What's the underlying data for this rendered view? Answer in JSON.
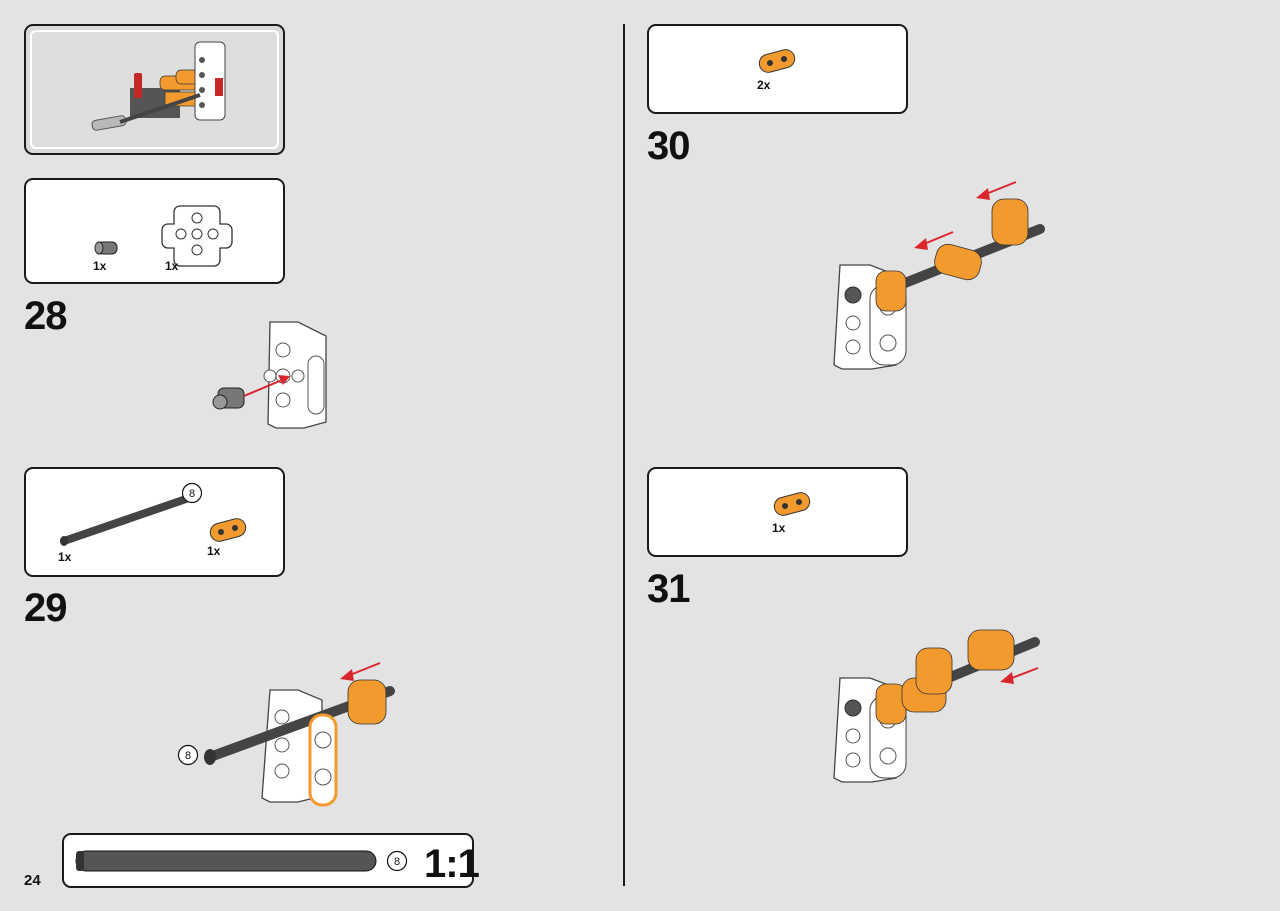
{
  "page_number": "24",
  "steps": [
    {
      "number": "28",
      "parts": [
        {
          "qty": "1x",
          "icon": "grey-pin-connector-icon"
        },
        {
          "qty": "1x",
          "icon": "white-cross-block-icon"
        }
      ]
    },
    {
      "number": "29",
      "parts": [
        {
          "qty": "1x",
          "icon": "axle-8-icon",
          "axle_length": "8"
        },
        {
          "qty": "1x",
          "icon": "orange-beam-2-icon"
        }
      ],
      "callout_axle_length": "8"
    },
    {
      "number": "30",
      "parts": [
        {
          "qty": "2x",
          "icon": "orange-beam-2-icon"
        }
      ]
    },
    {
      "number": "31",
      "parts": [
        {
          "qty": "1x",
          "icon": "orange-beam-2-icon"
        }
      ]
    }
  ],
  "scale_ruler": {
    "axle_length": "8",
    "label": "1:1"
  },
  "colors": {
    "orange": "#f39a2f",
    "red_arrow": "#d9262d",
    "axle": "#555555",
    "background": "#e3e3e3"
  }
}
